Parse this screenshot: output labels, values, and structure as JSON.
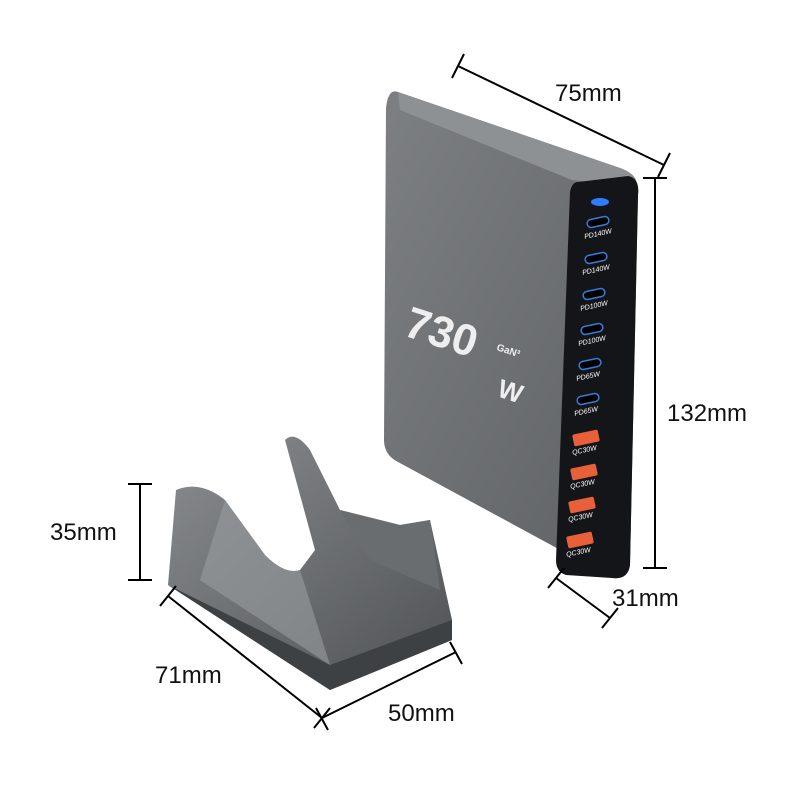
{
  "product": {
    "power_label": "730",
    "unit_label": "W",
    "tech_label": "GaN³",
    "ports": [
      {
        "label": "PD140W",
        "type": "usb-c"
      },
      {
        "label": "PD140W",
        "type": "usb-c"
      },
      {
        "label": "PD100W",
        "type": "usb-c"
      },
      {
        "label": "PD100W",
        "type": "usb-c"
      },
      {
        "label": "PD65W",
        "type": "usb-c"
      },
      {
        "label": "PD65W",
        "type": "usb-c"
      },
      {
        "label": "QC30W",
        "type": "usb-a"
      },
      {
        "label": "QC30W",
        "type": "usb-a"
      },
      {
        "label": "QC30W",
        "type": "usb-a"
      },
      {
        "label": "QC30W",
        "type": "usb-a"
      }
    ],
    "colors": {
      "body": "#6e7174",
      "panel": "#141518",
      "usb_c": "#3a7bd5",
      "usb_a": "#e8603a",
      "led": "#2f7cff"
    }
  },
  "dimensions": {
    "charger_width": "75mm",
    "charger_height": "132mm",
    "charger_depth": "31mm",
    "stand_height": "35mm",
    "stand_length": "71mm",
    "stand_width": "50mm"
  }
}
